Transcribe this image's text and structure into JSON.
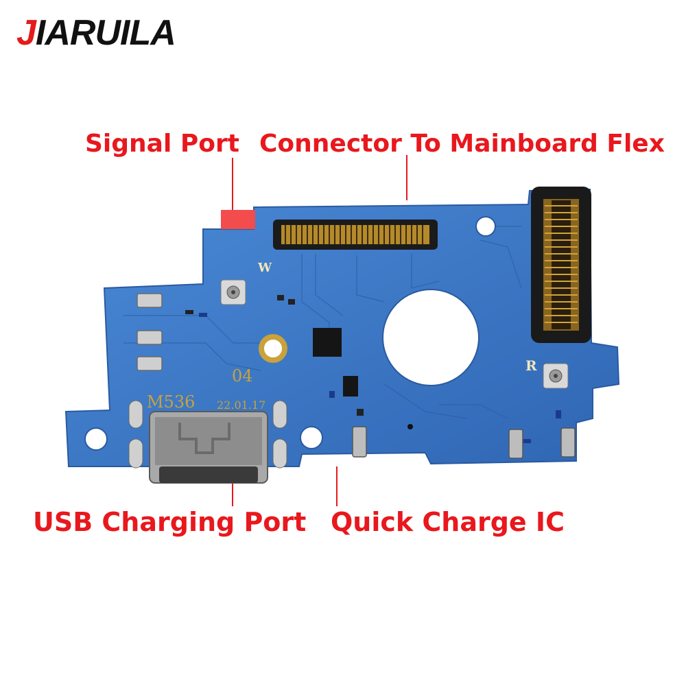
{
  "brand": {
    "first": "J",
    "rest": "IARUILA"
  },
  "callouts": {
    "signal_port": "Signal Port",
    "connector": "Connector To Mainboard Flex",
    "usb_port": "USB Charging Port",
    "quick_charge": "Quick Charge IC"
  },
  "board_marks": {
    "model": "M536",
    "date": "22.01.17",
    "rev": "04",
    "w": "W",
    "r": "R"
  },
  "colors": {
    "accent": "#e8181d",
    "pcb": "#3a76c8",
    "gold": "#c9a23a"
  }
}
